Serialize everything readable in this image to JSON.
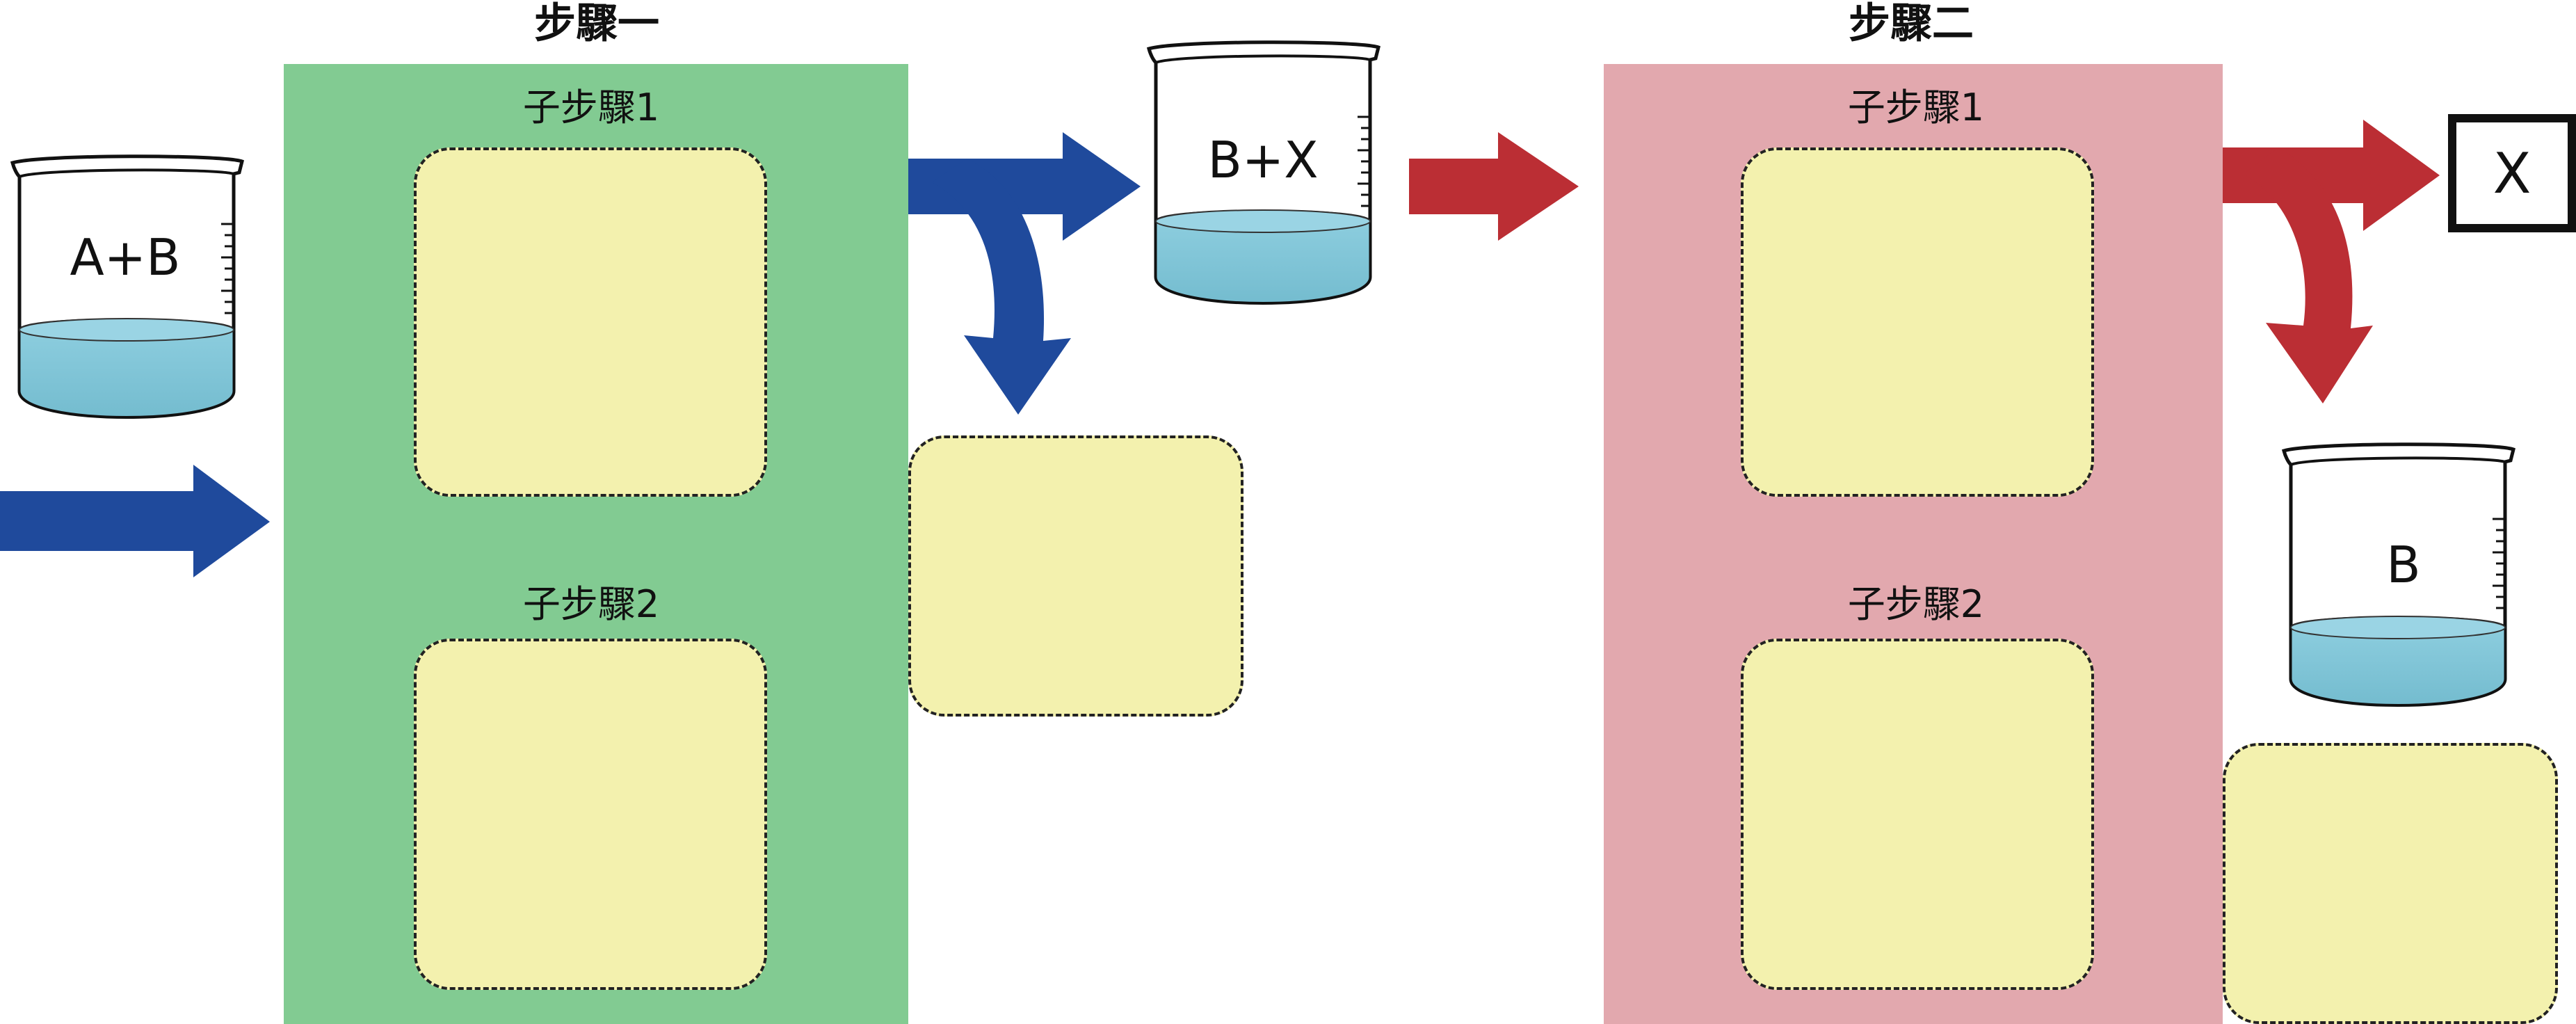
{
  "step1": {
    "title": "步驟一",
    "color": "#82cb92",
    "sub1_label": "子步驟1",
    "sub2_label": "子步驟2"
  },
  "step2": {
    "title": "步驟二",
    "color": "#e2a8ae",
    "sub1_label": "子步驟1",
    "sub2_label": "子步驟2"
  },
  "beakers": {
    "input": "A+B",
    "middle": "B+X",
    "output": "B"
  },
  "product_box": "X",
  "colors": {
    "blue_arrow": "#1f4a9c",
    "red_arrow": "#bb2e34",
    "liquid": "#85c7d8",
    "dashed_box_fill": "#f3f1ae"
  }
}
